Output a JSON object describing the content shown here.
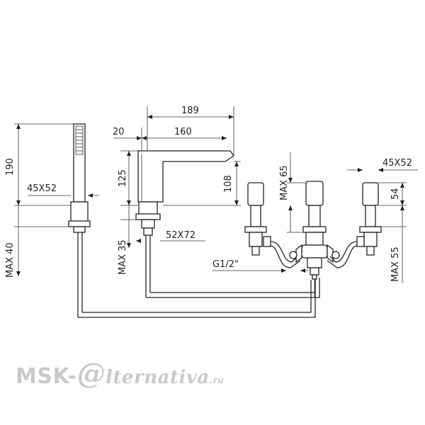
{
  "dimensions": {
    "d190": "190",
    "d45x52_left": "45X52",
    "max40": "MAX 40",
    "d20": "20",
    "d189": "189",
    "d160": "160",
    "d125": "125",
    "d108": "108",
    "max35": "MAX 35",
    "d52x72": "52X72",
    "max65": "MAX 65",
    "g12": "G1/2\"",
    "d45x52_right": "45X52",
    "d54": "54",
    "max55": "MAX 55"
  },
  "watermark": {
    "brand": "MSK-",
    "at": "@",
    "rest": "lternativa",
    "tld": ".ru"
  }
}
